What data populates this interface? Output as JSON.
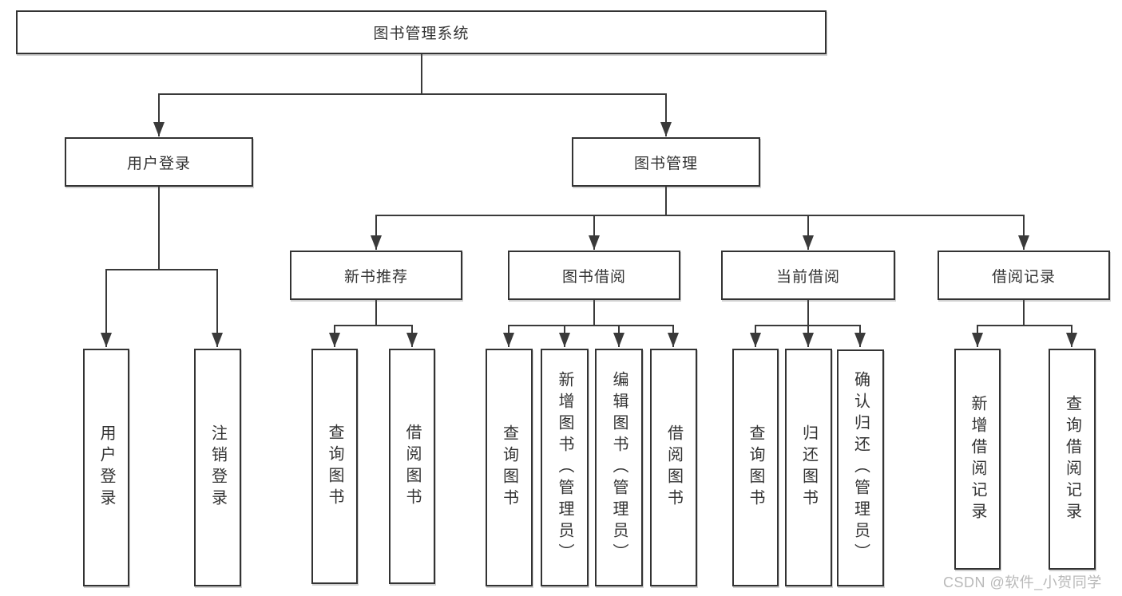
{
  "diagram": {
    "root": {
      "label": "图书管理系统"
    },
    "level1": {
      "user_login": {
        "label": "用户登录"
      },
      "book_management": {
        "label": "图书管理"
      }
    },
    "level2": {
      "new_book_recommend": {
        "label": "新书推荐"
      },
      "book_borrowing": {
        "label": "图书借阅"
      },
      "current_borrowing": {
        "label": "当前借阅"
      },
      "borrowing_records": {
        "label": "借阅记录"
      }
    },
    "leaves": {
      "user_login": {
        "label": "用户登录"
      },
      "logout": {
        "label": "注销登录"
      },
      "recommend_query_books": {
        "label": "查询图书"
      },
      "recommend_borrow_books": {
        "label": "借阅图书"
      },
      "borrowing_query_books": {
        "label": "查询图书"
      },
      "borrowing_add_books": {
        "label": "新增图书（管理员）"
      },
      "borrowing_edit_books": {
        "label": "编辑图书（管理员）"
      },
      "borrowing_borrow_books": {
        "label": "借阅图书"
      },
      "current_query_books": {
        "label": "查询图书"
      },
      "current_return_books": {
        "label": "归还图书"
      },
      "current_confirm_return": {
        "label": "确认归还（管理员）"
      },
      "records_add_record": {
        "label": "新增借阅记录"
      },
      "records_query_record": {
        "label": "查询借阅记录"
      }
    }
  },
  "watermark": {
    "text": "CSDN @软件_小贺同学"
  },
  "colors": {
    "line": "#3a3a3a",
    "box_border": "#333333",
    "text": "#333333",
    "background": "#ffffff",
    "watermark": "#b9b9b9"
  }
}
